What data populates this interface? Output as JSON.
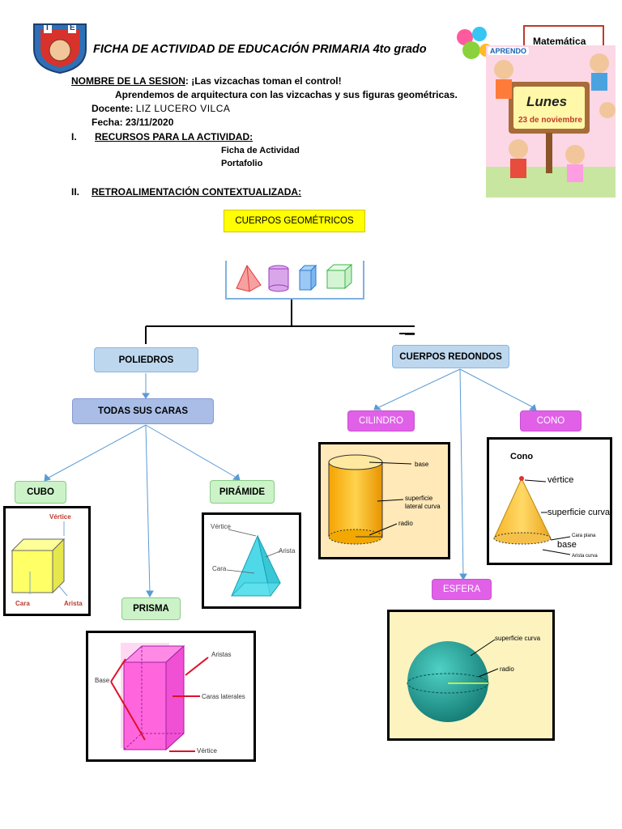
{
  "header": {
    "logo_letters": [
      "I",
      "E"
    ],
    "title": "FICHA DE ACTIVIDAD DE EDUCACIÓN PRIMARIA 4to grado",
    "subject_tab": "Matemática",
    "badge_top": "APRENDO",
    "day": "Lunes",
    "date": "23 de noviembre"
  },
  "session": {
    "label": "NOMBRE DE LA SESION",
    "name": ": ¡Las vizcachas toman el control!",
    "subtitle": "Aprendemos de arquitectura con las vizcachas y sus figuras geométricas.",
    "teacher_label": "Docente: ",
    "teacher": "LIZ LUCERO VILCA",
    "date_line": "Fecha: 23/11/2020"
  },
  "sections": {
    "s1_num": "I.",
    "s1_title": "RECURSOS PARA LA ACTIVIDAD:",
    "resources": [
      "Ficha de Actividad",
      "Portafolio"
    ],
    "s2_num": "II.",
    "s2_title": "RETROALIMENTACIÓN CONTEXTUALIZADA:"
  },
  "map": {
    "root": "CUERPOS GEOMÉTRICOS",
    "poliedros": "POLIEDROS",
    "todas": "TODAS SUS CARAS",
    "cubo": "CUBO",
    "prisma": "PRISMA",
    "piramide": "PIRÁMIDE",
    "redondos": "CUERPOS REDONDOS",
    "cilindro": "CILINDRO",
    "cono": "CONO",
    "esfera": "ESFERA"
  },
  "figures": {
    "cube": {
      "vertice": "Vértice",
      "cara": "Cara",
      "arista": "Arista"
    },
    "pyramid": {
      "vertice": "Vértice",
      "arista": "Arista",
      "cara": "Cara"
    },
    "prism": {
      "aristas": "Aristas",
      "base": "Base",
      "caras": "Caras laterales",
      "vertice": "Vértice"
    },
    "cylinder": {
      "base": "base",
      "sup1": "superficie",
      "sup2": "lateral curva",
      "radio": "radio"
    },
    "cone": {
      "title": "Cono",
      "vertice": "vértice",
      "sup": "superficie curva",
      "cara_plana": "Cara plana",
      "base": "base",
      "arista": "Arista curva"
    },
    "sphere": {
      "sup": "superficie curva",
      "radio": "radio"
    }
  }
}
